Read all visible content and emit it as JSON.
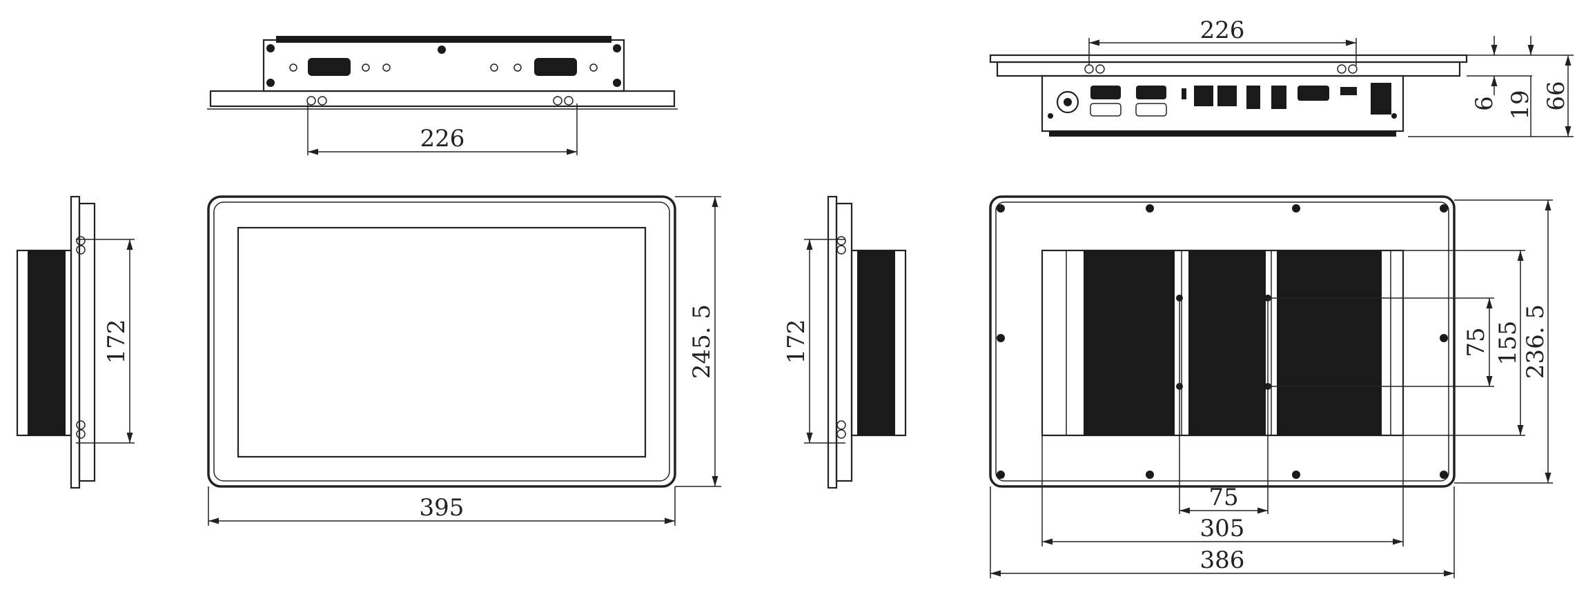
{
  "colors": {
    "line": "#222222",
    "fill": "#1a1a1a",
    "background": "#ffffff"
  },
  "dimensions": {
    "top_view_mount": "226",
    "rear_edge_mount": "226",
    "depth_small": "6",
    "depth_mid": "19",
    "depth_total": "66",
    "left_side_height": "172",
    "right_side_height": "172",
    "front_width": "395",
    "front_height": "245. 5",
    "rear_vesa_inner_w": "75",
    "rear_vesa_outer_w": "305",
    "rear_width": "386",
    "rear_vesa_inner_h": "75",
    "rear_vesa_outer_h": "155",
    "rear_height": "236. 5"
  }
}
